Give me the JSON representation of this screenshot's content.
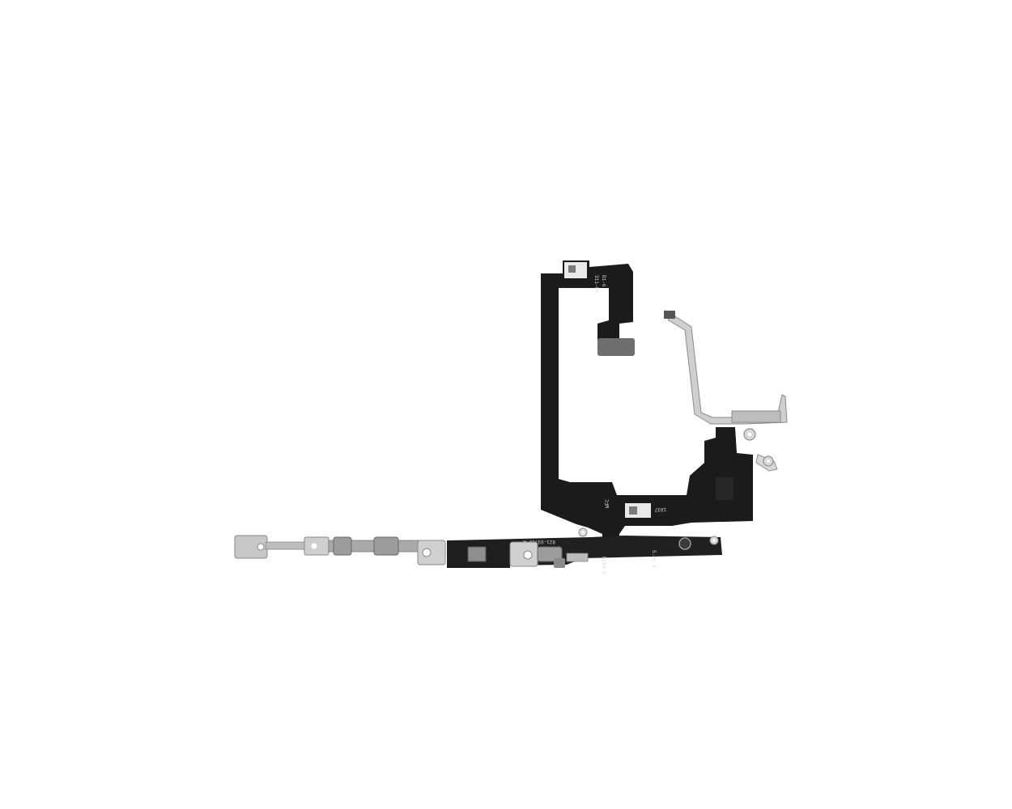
{
  "scene": {
    "subject": "flex-cable-assembly",
    "background_color": "#ffffff",
    "cable_color": "#1b1b1b",
    "metal_color": "#c7c7c7"
  },
  "printed_labels": {
    "upper_code": "311-06",
    "upper_code_2": "B1-6",
    "junction_code": "WFC",
    "number_1037": "1037",
    "lower_code": "N284-5",
    "lower_code_2": "5.85 A",
    "bracket_code": "821-03700-A"
  }
}
